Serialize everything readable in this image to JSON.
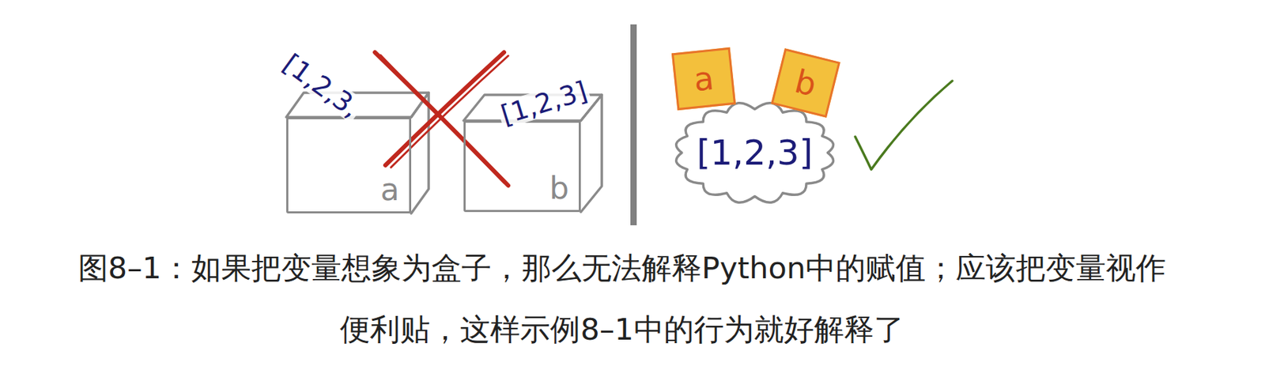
{
  "diagram": {
    "caption": "图8–1：如果把变量想象为盒子，那么无法解释Python中的赋值；应该把变量视作便利贴，这样示例8–1中的行为就好解释了",
    "nodes": [
      {
        "text": [
          "a"
        ]
      },
      {
        "text": [
          "b"
        ]
      },
      {
        "text": [
          "a"
        ]
      },
      {
        "text": [
          "b"
        ]
      },
      {
        "text": [
          "[1,2,3]"
        ]
      }
    ],
    "labels": [
      "[1,2,3,",
      "[1,2,3]"
    ]
  }
}
